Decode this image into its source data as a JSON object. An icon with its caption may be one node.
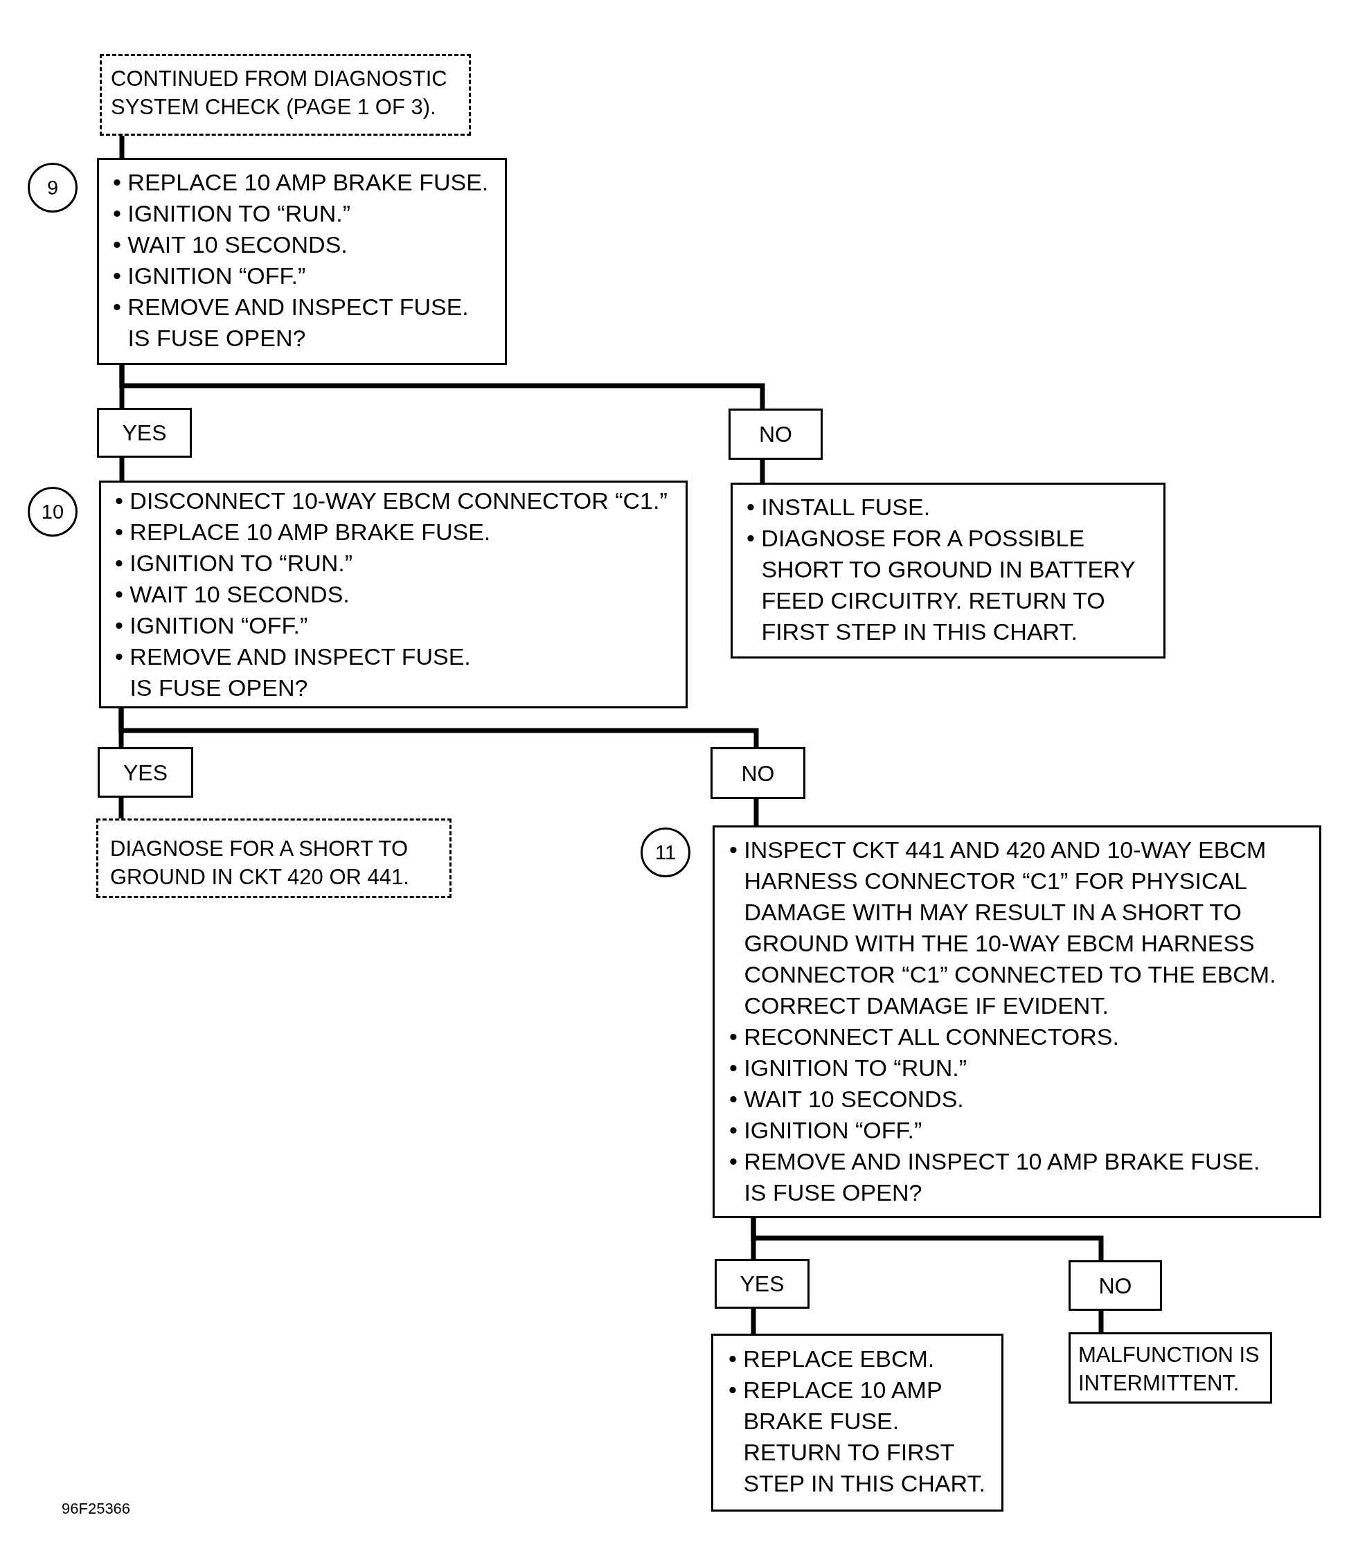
{
  "diagram": {
    "nodes": [
      {
        "text": [
          "CONTINUED FROM DIAGNOSTIC SYSTEM CHECK (PAGE 1 OF 3)."
        ]
      },
      {
        "text": [
          "9"
        ]
      },
      {
        "text": [
          "• REPLACE 10 AMP BRAKE FUSE.",
          "• IGNITION TO “RUN.”",
          "• WAIT 10 SECONDS.",
          "• IGNITION “OFF.”",
          "• REMOVE AND INSPECT FUSE.",
          "IS FUSE OPEN?"
        ]
      },
      {
        "text": [
          "YES"
        ]
      },
      {
        "text": [
          "NO"
        ]
      },
      {
        "text": [
          "10"
        ]
      },
      {
        "text": [
          "• DISCONNECT 10-WAY EBCM CONNECTOR “C1.”",
          "• REPLACE 10 AMP BRAKE FUSE.",
          "• IGNITION TO “RUN.”",
          "• WAIT 10 SECONDS.",
          "• IGNITION “OFF.”",
          "• REMOVE AND INSPECT FUSE.",
          "IS FUSE OPEN?"
        ]
      },
      {
        "text": [
          "• INSTALL FUSE.",
          "• DIAGNOSE FOR A POSSIBLE SHORT TO GROUND IN BATTERY FEED CIRCUITRY. RETURN TO FIRST STEP IN THIS CHART."
        ]
      },
      {
        "text": [
          "YES"
        ]
      },
      {
        "text": [
          "NO"
        ]
      },
      {
        "text": [
          "DIAGNOSE FOR A SHORT TO GROUND IN CKT 420 OR 441."
        ]
      },
      {
        "text": [
          "11"
        ]
      },
      {
        "text": [
          "• INSPECT CKT 441 AND 420 AND 10-WAY EBCM HARNESS CONNECTOR “C1” FOR PHYSICAL DAMAGE WITH MAY RESULT IN A SHORT TO GROUND WITH THE 10-WAY EBCM HARNESS CONNECTOR “C1” CONNECTED TO THE EBCM. CORRECT DAMAGE IF EVIDENT.",
          "• RECONNECT ALL CONNECTORS.",
          "• IGNITION TO “RUN.”",
          "• WAIT 10 SECONDS.",
          "• IGNITION “OFF.”",
          "• REMOVE AND INSPECT 10 AMP BRAKE FUSE.",
          "IS FUSE OPEN?"
        ]
      },
      {
        "text": [
          "YES"
        ]
      },
      {
        "text": [
          "NO"
        ]
      },
      {
        "text": [
          "• REPLACE EBCM.",
          "• REPLACE 10 AMP BRAKE FUSE.",
          "RETURN TO FIRST STEP IN THIS CHART."
        ]
      },
      {
        "text": [
          "MALFUNCTION IS INTERMITTENT."
        ]
      }
    ],
    "edges": [
      {
        "from": 0,
        "to": 2,
        "arrow": "none"
      },
      {
        "from": 2,
        "to": 3,
        "arrow": "none"
      },
      {
        "from": 2,
        "to": 4,
        "arrow": "none"
      },
      {
        "from": 3,
        "to": 6,
        "arrow": "none"
      },
      {
        "from": 4,
        "to": 7,
        "arrow": "none"
      },
      {
        "from": 6,
        "to": 8,
        "arrow": "none"
      },
      {
        "from": 6,
        "to": 9,
        "arrow": "none"
      },
      {
        "from": 8,
        "to": 10,
        "arrow": "none"
      },
      {
        "from": 9,
        "to": 12,
        "arrow": "none"
      },
      {
        "from": 12,
        "to": 13,
        "arrow": "none"
      },
      {
        "from": 12,
        "to": 14,
        "arrow": "none"
      },
      {
        "from": 13,
        "to": 15,
        "arrow": "none"
      },
      {
        "from": 14,
        "to": 16,
        "arrow": "none"
      }
    ],
    "labels": [
      "96F25366"
    ]
  }
}
